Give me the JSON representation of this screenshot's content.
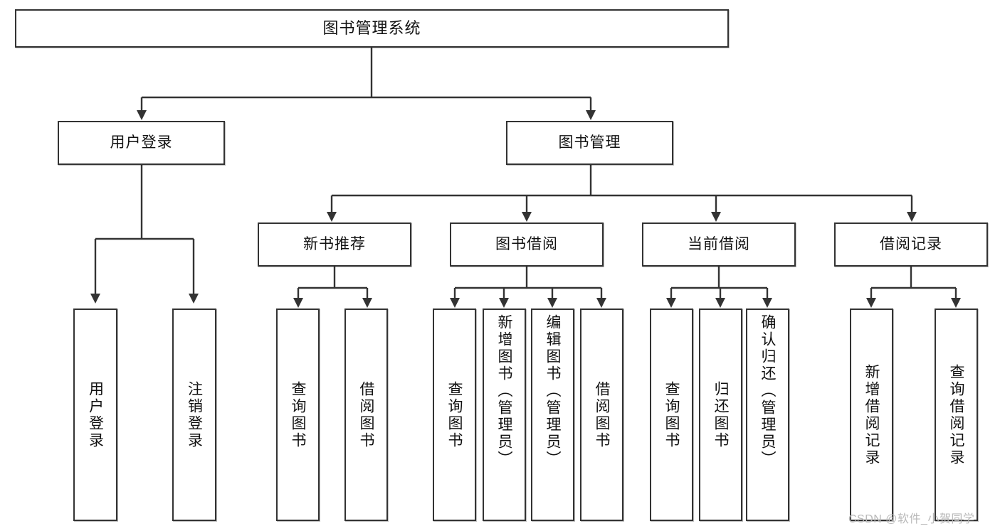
{
  "diagram": {
    "title": "图书管理系统",
    "type": "hierarchy-tree",
    "root": {
      "id": "root",
      "label": "图书管理系统"
    },
    "level2": [
      {
        "id": "user-login",
        "label": "用户登录"
      },
      {
        "id": "book-manage",
        "label": "图书管理"
      }
    ],
    "level3": [
      {
        "id": "new-book-rec",
        "label": "新书推荐"
      },
      {
        "id": "book-borrow",
        "label": "图书借阅"
      },
      {
        "id": "current-borrow",
        "label": "当前借阅"
      },
      {
        "id": "borrow-record",
        "label": "借阅记录"
      }
    ],
    "leaves": [
      {
        "id": "leaf-user-login",
        "label": "用户登录",
        "parent": "user-login"
      },
      {
        "id": "leaf-logout",
        "label": "注销登录",
        "parent": "user-login"
      },
      {
        "id": "leaf-query-book-1",
        "label": "查询图书",
        "parent": "new-book-rec"
      },
      {
        "id": "leaf-borrow-book-1",
        "label": "借阅图书",
        "parent": "new-book-rec"
      },
      {
        "id": "leaf-query-book-2",
        "label": "查询图书",
        "parent": "book-borrow"
      },
      {
        "id": "leaf-add-book",
        "label": "新增图书（管理员）",
        "parent": "book-borrow"
      },
      {
        "id": "leaf-edit-book",
        "label": "编辑图书（管理员）",
        "parent": "book-borrow"
      },
      {
        "id": "leaf-borrow-book-2",
        "label": "借阅图书",
        "parent": "book-borrow"
      },
      {
        "id": "leaf-query-book-3",
        "label": "查询图书",
        "parent": "current-borrow"
      },
      {
        "id": "leaf-return-book",
        "label": "归还图书",
        "parent": "current-borrow"
      },
      {
        "id": "leaf-confirm-return",
        "label": "确认归还（管理员）",
        "parent": "current-borrow"
      },
      {
        "id": "leaf-add-record",
        "label": "新增借阅记录",
        "parent": "borrow-record"
      },
      {
        "id": "leaf-query-record",
        "label": "查询借阅记录",
        "parent": "borrow-record"
      }
    ]
  },
  "watermark": {
    "text": "CSDN @软件_小贺同学"
  },
  "colors": {
    "stroke": "#333333",
    "background": "#ffffff",
    "text": "#111111",
    "watermark": "#b9b9b9"
  }
}
